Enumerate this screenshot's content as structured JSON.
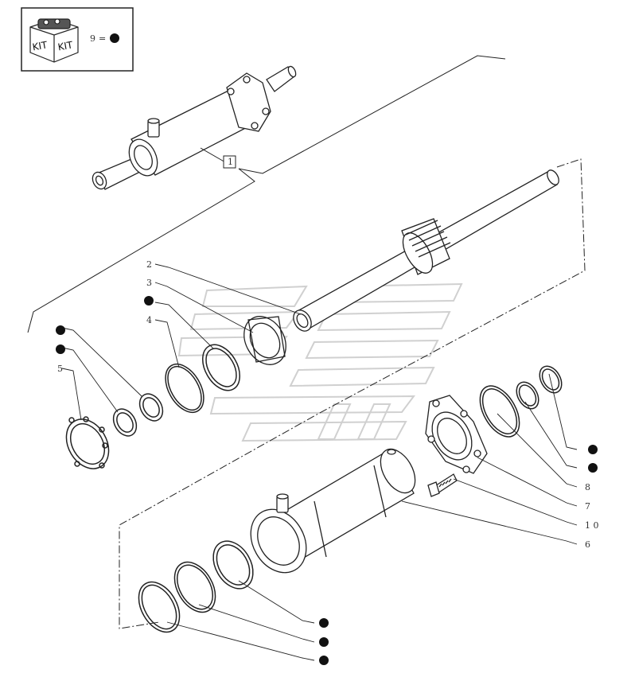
{
  "kit_box": {
    "kit_left": "KIT",
    "kit_right": "KIT",
    "ref_number": "9",
    "equals": "="
  },
  "reference_box_label": "1",
  "callouts": [
    "2",
    "3",
    "4",
    "5",
    "6",
    "7",
    "8",
    "1 0"
  ],
  "colors": {
    "line": "#222222",
    "watermark": "#d0d0d0",
    "bullet": "#111111"
  }
}
